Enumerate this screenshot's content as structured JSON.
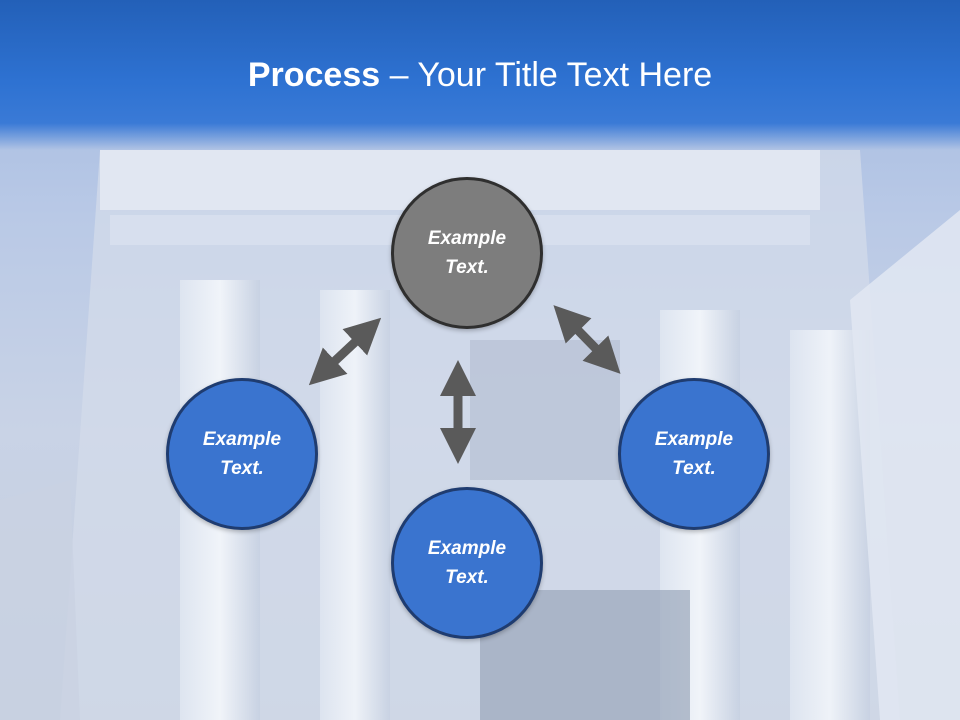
{
  "slide": {
    "title_bold": "Process",
    "title_rest": " – Your Title Text Here"
  },
  "diagram": {
    "center": {
      "line1": "Example",
      "line2": "Text."
    },
    "left": {
      "line1": "Example",
      "line2": "Text."
    },
    "bottom": {
      "line1": "Example",
      "line2": "Text."
    },
    "right": {
      "line1": "Example",
      "line2": "Text."
    }
  },
  "colors": {
    "title_band": "#2e72d2",
    "node_blue": "#3a74cf",
    "node_gray": "#7d7d7d",
    "arrow": "#5a5a5a"
  }
}
